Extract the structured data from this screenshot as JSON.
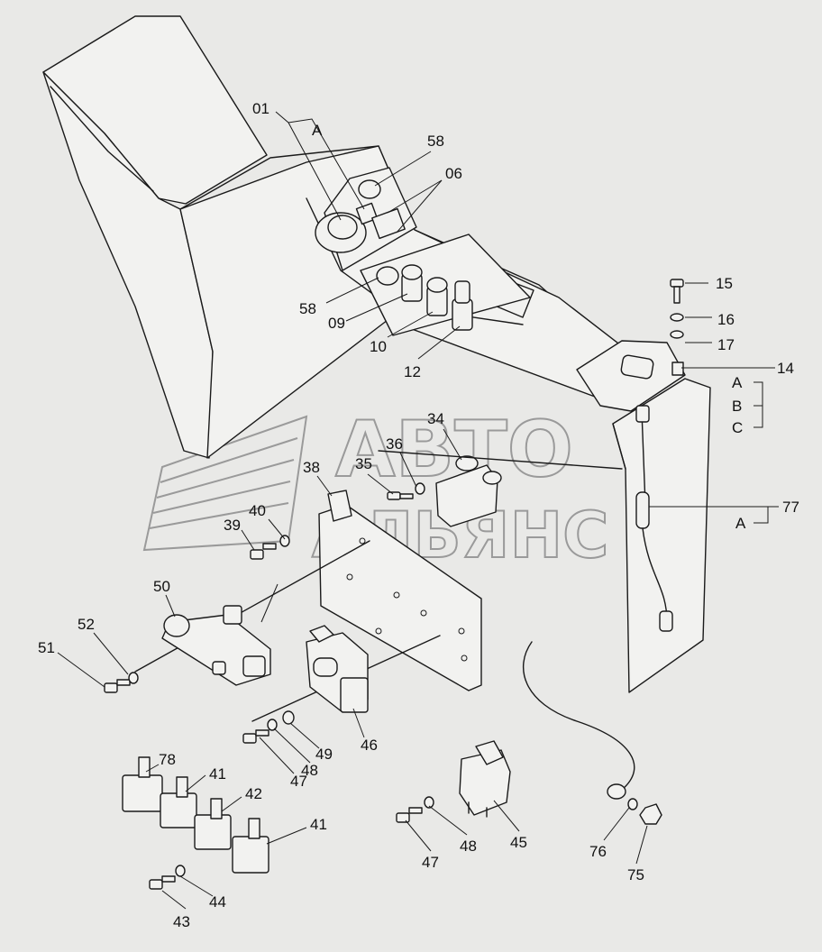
{
  "watermark": {
    "line1": "АВТО",
    "line2": "АЛЬЯНС"
  },
  "labels": {
    "l01": "01",
    "lA1": "A",
    "l58a": "58",
    "l06": "06",
    "l58b": "58",
    "l09": "09",
    "l10": "10",
    "l12": "12",
    "l15": "15",
    "l16": "16",
    "l17": "17",
    "l14": "14",
    "lA2": "A",
    "lB": "B",
    "lC": "C",
    "l34": "34",
    "l36": "36",
    "l35": "35",
    "l38": "38",
    "l40": "40",
    "l39": "39",
    "l77": "77",
    "lA3": "A",
    "l50": "50",
    "l52": "52",
    "l51": "51",
    "l46": "46",
    "l49": "49",
    "l48a": "48",
    "l47a": "47",
    "l78": "78",
    "l41a": "41",
    "l42": "42",
    "l41b": "41",
    "l43": "43",
    "l44": "44",
    "l47b": "47",
    "l48b": "48",
    "l45": "45",
    "l76": "76",
    "l75": "75"
  }
}
